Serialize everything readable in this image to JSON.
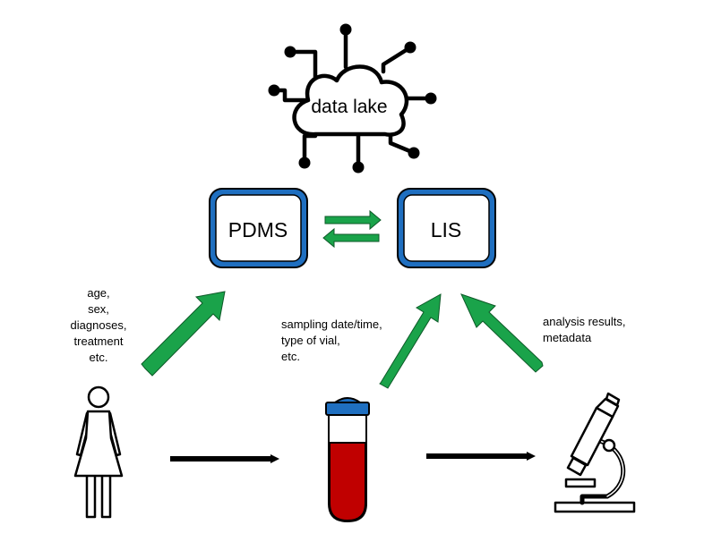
{
  "nodes": {
    "data_lake": {
      "label": "data lake"
    },
    "pdms": {
      "label": "PDMS"
    },
    "lis": {
      "label": "LIS"
    }
  },
  "annotations": {
    "patient_data": [
      "age,",
      "sex,",
      "diagnoses,",
      "treatment",
      "etc."
    ],
    "sample_data": [
      "sampling date/time,",
      "type of vial,",
      "etc."
    ],
    "analysis_data": [
      "analysis results,",
      "metadata"
    ]
  },
  "icons": {
    "patient": "person-icon",
    "sample": "blood-tube-icon",
    "lab": "microscope-icon",
    "data_lake": "cloud-network-icon"
  },
  "colors": {
    "box_border": "#1f6fc0",
    "flow_arrow": "#1aa34a",
    "process_arrow": "#000000",
    "tube_cap": "#1f6fc0",
    "blood": "#c00000"
  }
}
